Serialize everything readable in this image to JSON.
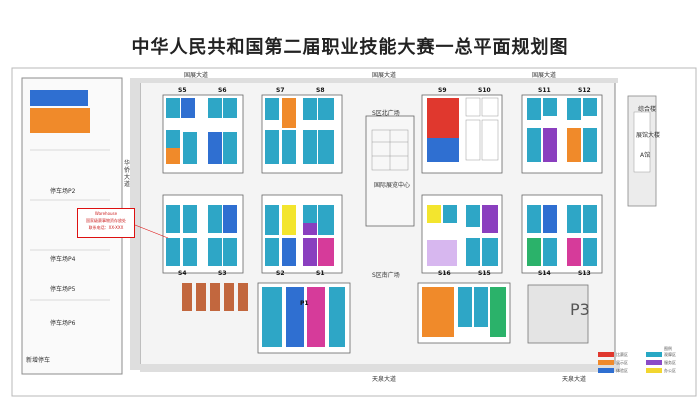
{
  "title": "中华人民共和国第二届职业技能大赛一总平面规划图",
  "roads": {
    "north_1": "国展大道",
    "north_2": "国展大道",
    "north_3": "国展大道",
    "south_1": "天泉大道",
    "south_2": "天泉大道",
    "west": "华侨大道"
  },
  "halls": {
    "s5": "S5",
    "s6": "S6",
    "s7": "S7",
    "s8": "S8",
    "s9": "S9",
    "s10": "S10",
    "s11": "S11",
    "s12": "S12",
    "s4": "S4",
    "s3": "S3",
    "s2": "S2",
    "s1": "S1",
    "s16": "S16",
    "s15": "S15",
    "s14": "S14",
    "s13": "S13",
    "p1": "P1",
    "p3": "P3"
  },
  "plazas": {
    "north": "S区北广场",
    "south": "S区南广场",
    "center": "国际展览中心"
  },
  "parking": {
    "p2": "停车场P2",
    "p4": "停车场P4",
    "p5": "停车场P5",
    "p6": "停车场P6",
    "p7": "新增停车"
  },
  "callout": {
    "line1": "Warehouse",
    "line2": "国家级赛事物资存放处",
    "line3": "联系电话：XX-XXX"
  },
  "east_buildings": {
    "a": "综合楼",
    "b": "展馆大楼",
    "c": "A馆"
  },
  "legend": {
    "title": "图例",
    "items": [
      "比赛区",
      "展示区",
      "体验区",
      "观摩区",
      "服务区",
      "办公区"
    ],
    "colors": [
      "#e0382e",
      "#f08a2a",
      "#2f6fd1",
      "#28a8c4",
      "#8a4bc7",
      "#f2d630"
    ]
  },
  "colors": {
    "orange": "#f08a2a",
    "teal": "#2ea6c6",
    "blue": "#2f6fd1",
    "purple": "#8a3fbf",
    "magenta": "#d63b9a",
    "yellow": "#f3e52e",
    "red": "#e0382e",
    "green": "#2bb26a",
    "lightpurple": "#d7b7ef",
    "brick": "#c2673e"
  }
}
